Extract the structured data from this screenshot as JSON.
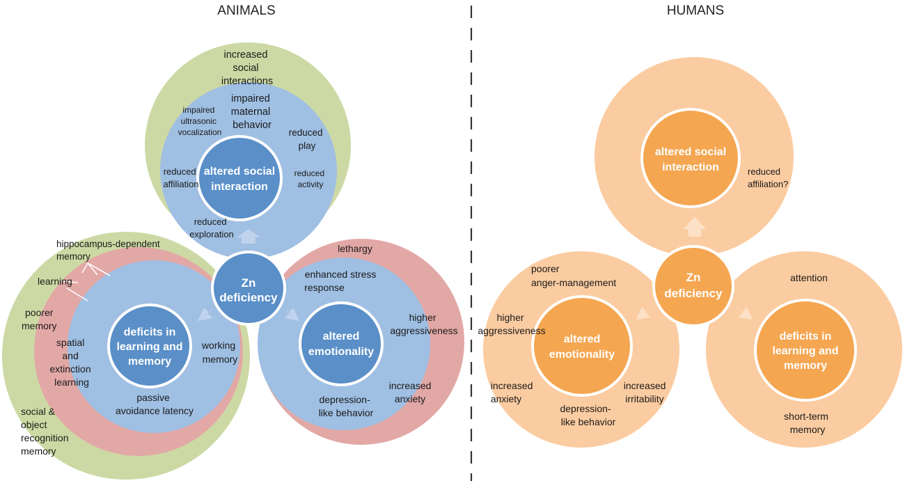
{
  "headers": {
    "left": "ANIMALS",
    "right": "HUMANS"
  },
  "colors": {
    "green": "#cdd9a4",
    "red": "#e2a8a6",
    "light_blue": "#9fbfe3",
    "dark_blue": "#5a8fc8",
    "light_orange": "#fbcca1",
    "dark_orange": "#f5a651",
    "white": "#ffffff"
  },
  "animals": {
    "core_label_1": "Zn",
    "core_label_2": "deficiency",
    "social": {
      "title_1": "altered social",
      "title_2": "interaction",
      "outer_1": "increased",
      "outer_2": "social",
      "outer_3": "interactions",
      "maternal_1": "impaired",
      "maternal_2": "maternal",
      "maternal_3": "behavior",
      "ultra_1": "impaired",
      "ultra_2": "ultrasonic",
      "ultra_3": "vocalization",
      "play_1": "reduced",
      "play_2": "play",
      "affil_1": "reduced",
      "affil_2": "affiliation",
      "activity_1": "reduced",
      "activity_2": "activity",
      "explor_1": "reduced",
      "explor_2": "exploration"
    },
    "learning": {
      "title_1": "deficits in",
      "title_2": "learning and",
      "title_3": "memory",
      "hippo_1": "hippocampus-dependent",
      "hippo_2": "memory",
      "learning": "learning",
      "poorer_1": "poorer",
      "poorer_2": "memory",
      "spatial_1": "spatial",
      "spatial_2": "and",
      "spatial_3": "extinction",
      "spatial_4": "learning",
      "working_1": "working",
      "working_2": "memory",
      "passive_1": "passive",
      "passive_2": "avoidance latency",
      "social_obj_1": "social &",
      "social_obj_2": "object",
      "social_obj_3": "recognition",
      "social_obj_4": "memory"
    },
    "emotion": {
      "title_1": "altered",
      "title_2": "emotionality",
      "lethargy": "lethargy",
      "stress_1": "enhanced stress",
      "stress_2": "response",
      "aggr_1": "higher",
      "aggr_2": "aggressiveness",
      "anx_1": "increased",
      "anx_2": "anxiety",
      "depr_1": "depression-",
      "depr_2": "like behavior"
    }
  },
  "humans": {
    "core_label_1": "Zn",
    "core_label_2": "deficiency",
    "social": {
      "title_1": "altered social",
      "title_2": "interaction",
      "affil_1": "reduced",
      "affil_2": "affiliation?"
    },
    "emotion": {
      "title_1": "altered",
      "title_2": "emotionality",
      "anger_1": "poorer",
      "anger_2": "anger-management",
      "aggr_1": "higher",
      "aggr_2": "aggressiveness",
      "anx_1": "increased",
      "anx_2": "anxiety",
      "irrit_1": "increased",
      "irrit_2": "irritability",
      "depr_1": "depression-",
      "depr_2": "like behavior"
    },
    "learning": {
      "title_1": "deficits in",
      "title_2": "learning and",
      "title_3": "memory",
      "attention": "attention",
      "stm_1": "short-term",
      "stm_2": "memory"
    }
  }
}
